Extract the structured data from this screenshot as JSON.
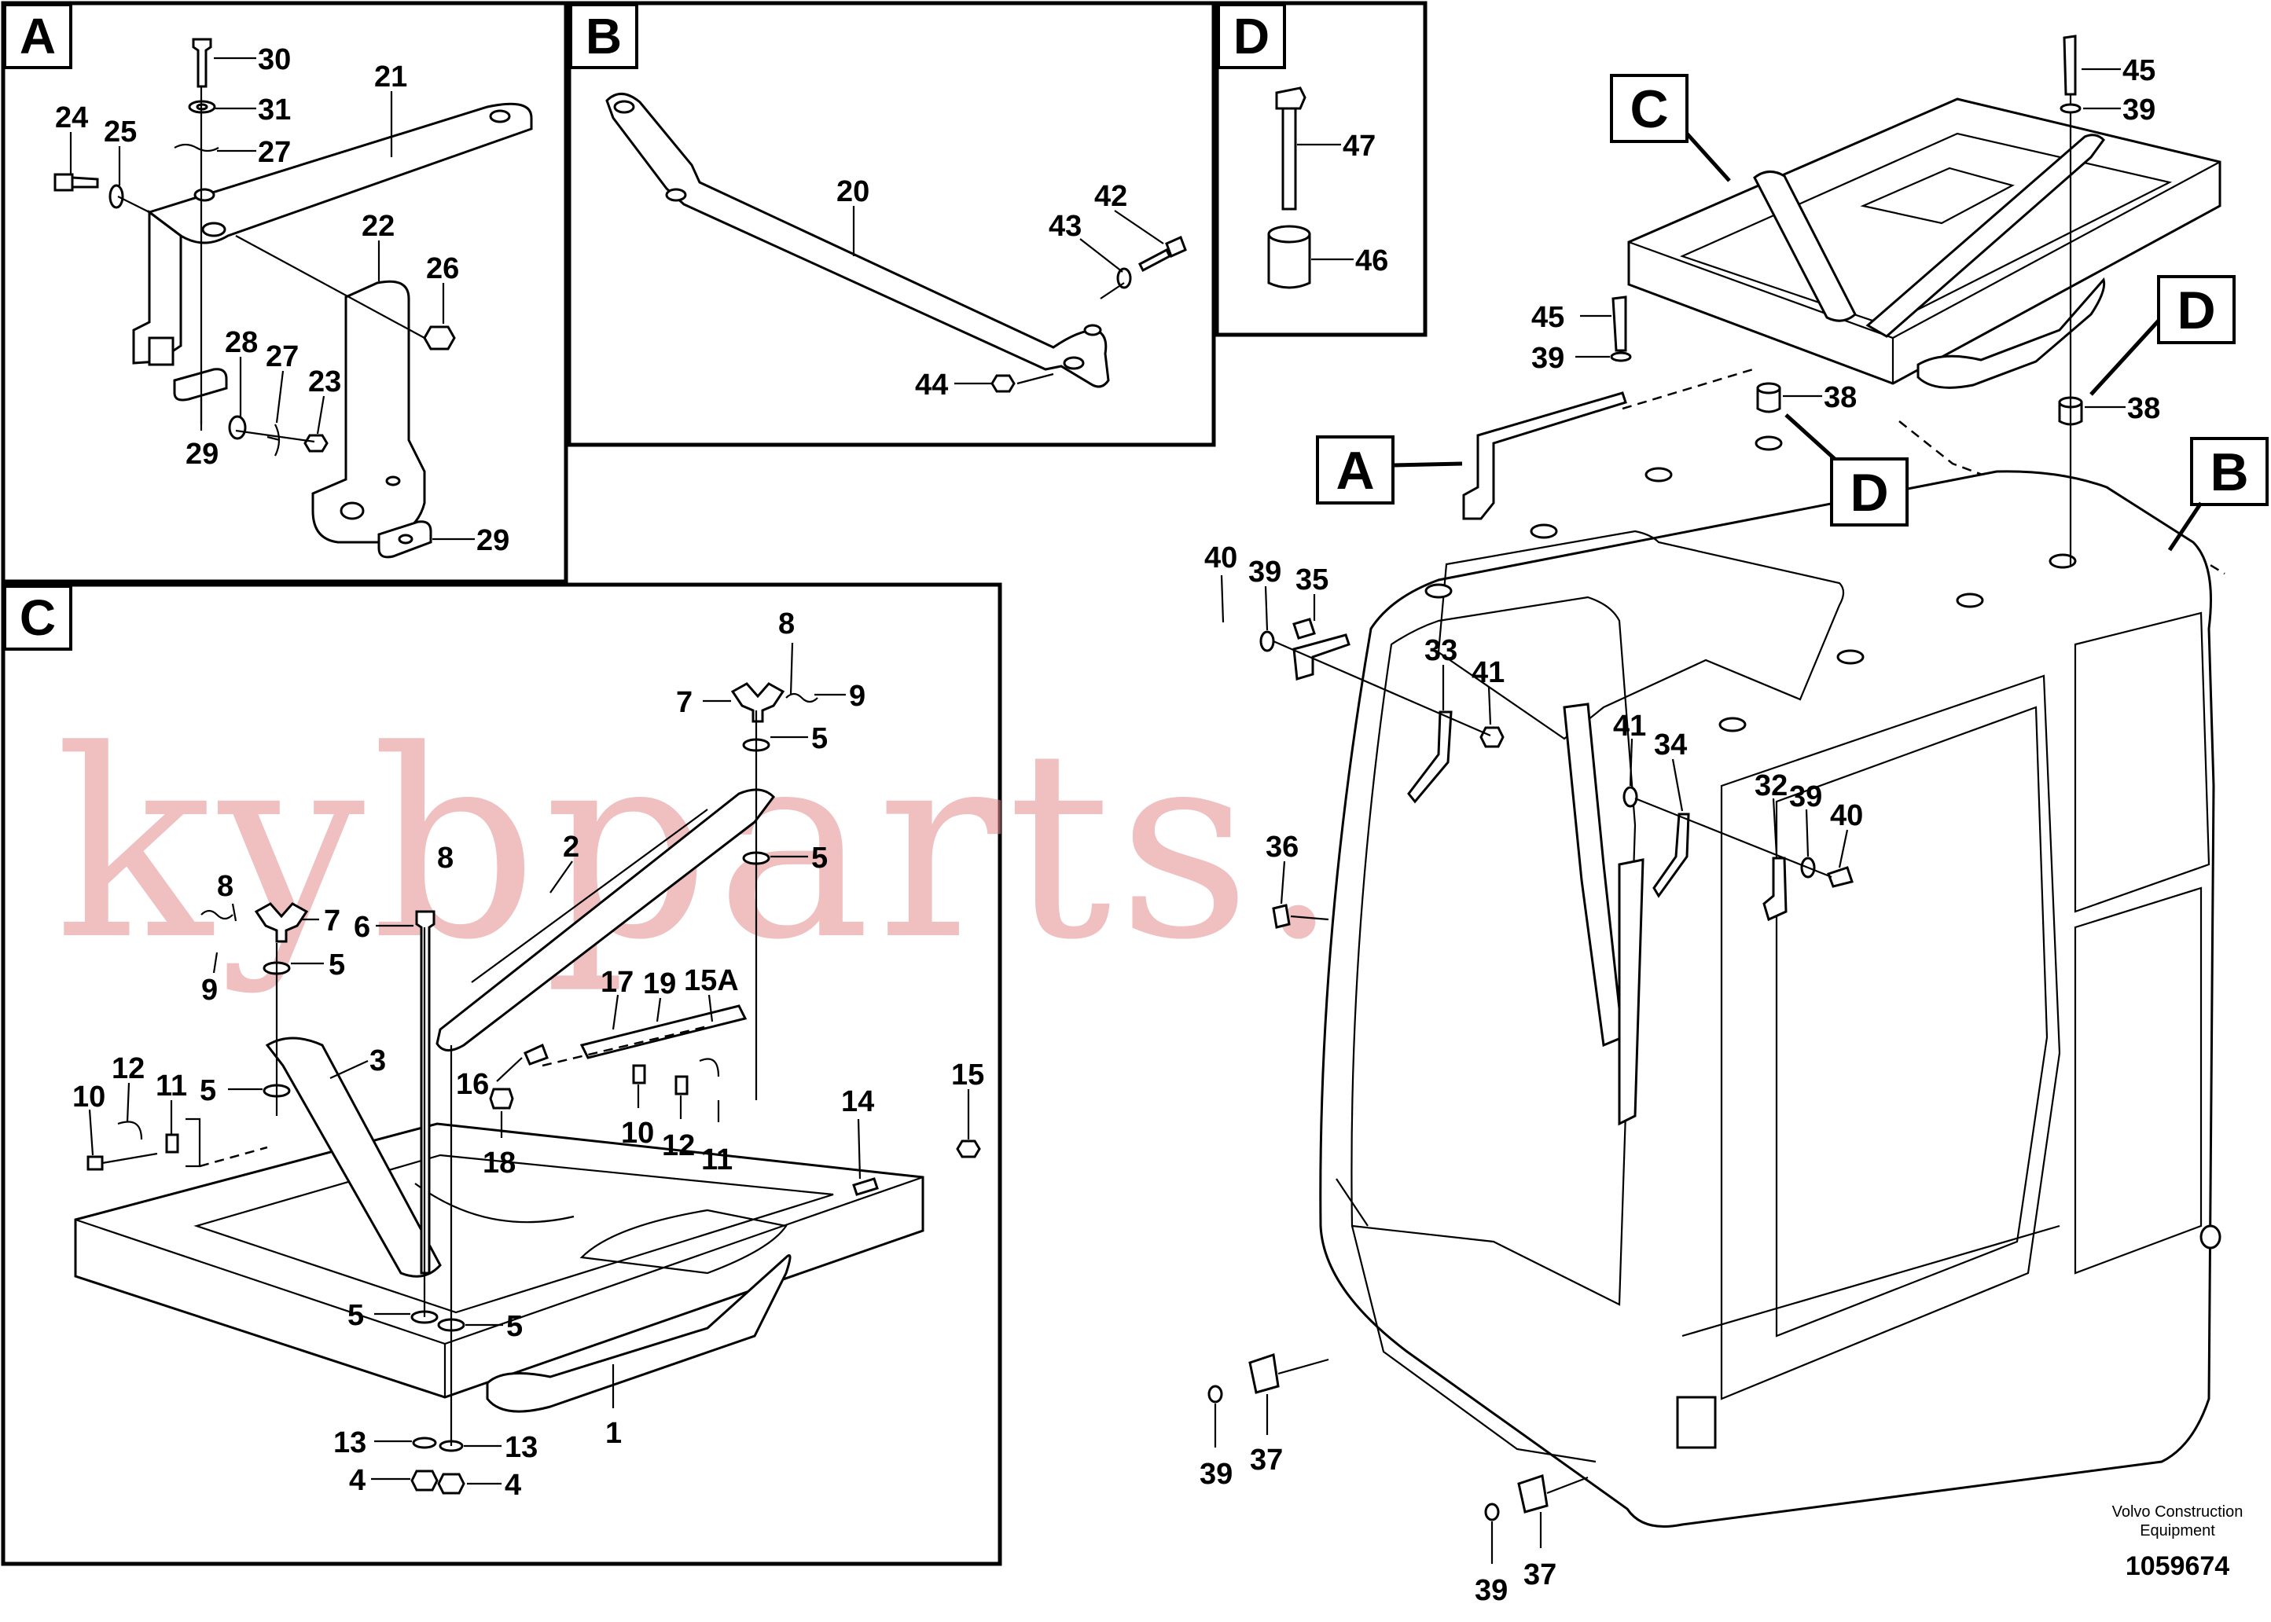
{
  "panels": {
    "A": "A",
    "B": "B",
    "C": "C",
    "D": "D"
  },
  "callouts": {
    "c": "C",
    "a": "A",
    "b": "B",
    "d1": "D",
    "d2": "D"
  },
  "panel_A": {
    "p30": "30",
    "p31": "31",
    "p27": "27",
    "p21": "21",
    "p24": "24",
    "p25": "25",
    "p22": "22",
    "p26": "26",
    "p28": "28",
    "p27b": "27",
    "p23": "23",
    "p29": "29",
    "p29b": "29"
  },
  "panel_B": {
    "p20": "20",
    "p42": "42",
    "p43": "43",
    "p44": "44"
  },
  "panel_D": {
    "p47": "47",
    "p46": "46"
  },
  "panel_C": {
    "p8": "8",
    "p7": "7",
    "p9": "9",
    "p5a": "5",
    "p5b": "5",
    "p2": "2",
    "p8b": "8",
    "p6": "6",
    "p8c": "8",
    "p7b": "7",
    "p9b": "9",
    "p5c": "5",
    "p3": "3",
    "p17": "17",
    "p19": "19",
    "p15a": "15A",
    "p12": "12",
    "p11": "11",
    "p10": "10",
    "p5d": "5",
    "p16": "16",
    "p18": "18",
    "p10b": "10",
    "p12b": "12",
    "p11b": "11",
    "p14": "14",
    "p15": "15",
    "p5e": "5",
    "p5f": "5",
    "p13": "13",
    "p13b": "13",
    "p4": "4",
    "p4b": "4",
    "p1": "1"
  },
  "main_view": {
    "p45": "45",
    "p39": "39",
    "p45b": "45",
    "p39b": "39",
    "p38": "38",
    "p38b": "38",
    "p40": "40",
    "p39c": "39",
    "p35": "35",
    "p33": "33",
    "p41": "41",
    "p41b": "41",
    "p34": "34",
    "p32": "32",
    "p39d": "39",
    "p40b": "40",
    "p36": "36",
    "p39e": "39",
    "p37": "37",
    "p39f": "39",
    "p37b": "37"
  },
  "watermark": "kybparts.com",
  "footer": {
    "brand_line1": "Volvo Construction",
    "brand_line2": "Equipment",
    "doc_number": "1059674"
  }
}
